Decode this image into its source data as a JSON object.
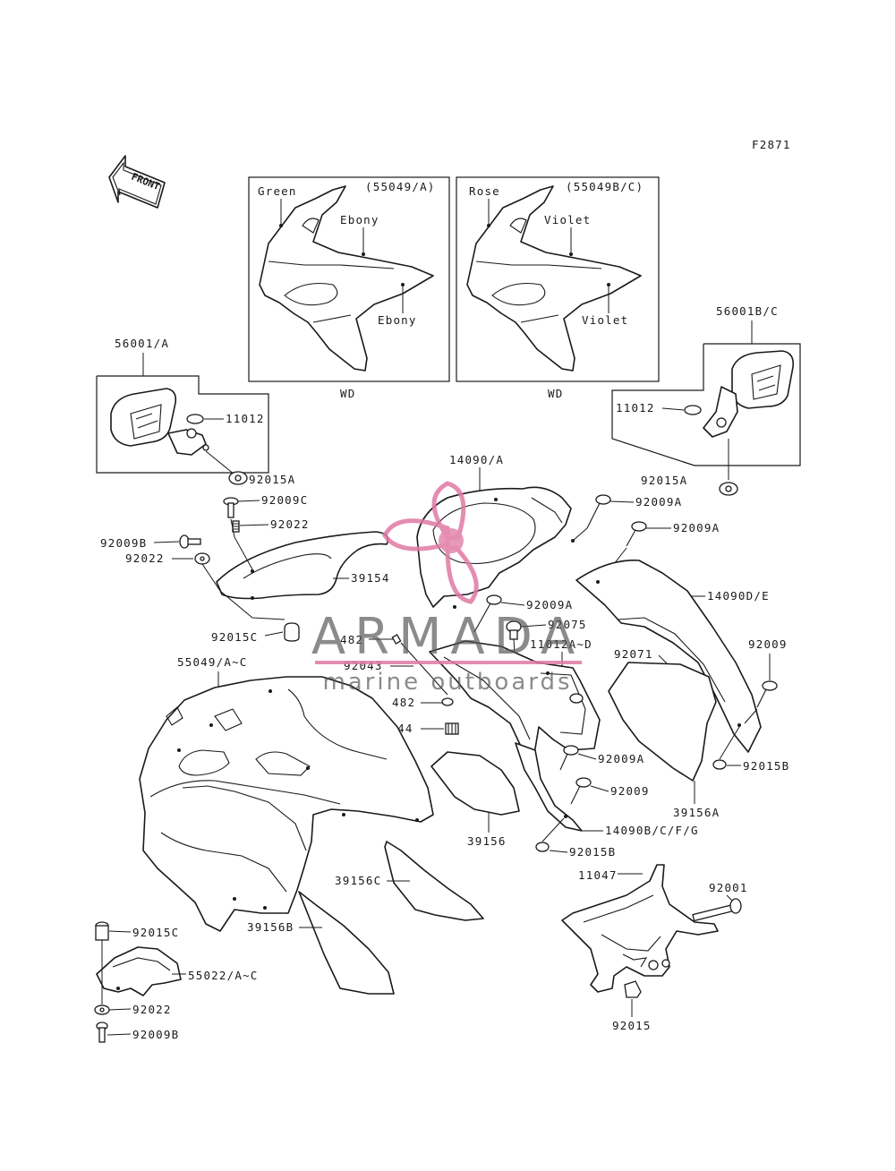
{
  "figure_code": "F2871",
  "front_arrow_label": "FRONT",
  "watermark": {
    "brand": "ARMADA",
    "tagline": "marine outboards",
    "accent_color": "#e07aa4"
  },
  "insets": {
    "left": {
      "part": "(55049/A)",
      "colors": [
        "Green",
        "Ebony",
        "Ebony"
      ],
      "model": "WD"
    },
    "right": {
      "part": "(55049B/C)",
      "colors": [
        "Rose",
        "Violet",
        "Violet"
      ],
      "model": "WD"
    }
  },
  "labels": {
    "mirror_left": "56001/A",
    "mirror_right": "56001B/C",
    "grommet_left": "11012",
    "grommet_right": "11012",
    "nut_left": "92015A",
    "nut_right": "92015A",
    "bolt_c": "92009C",
    "spring_top": "92022",
    "bolt_b_left": "92009B",
    "washer_left": "92022",
    "trim_39154": "39154",
    "nut_c_left": "92015C",
    "inner_top": "14090/A",
    "bolt_a_1": "92009A",
    "bolt_a_2": "92009A",
    "bolt_a_3": "92009A",
    "grommet_92075": "92075",
    "inner_side": "14090D/E",
    "rod_482_a": "482",
    "rod_92043": "92043",
    "cap_11012": "11012A~D",
    "ring_482_b": "482",
    "clip_92144": "92144",
    "grommet_92071": "92071",
    "bolt_92009_r": "92009",
    "nut_b_r": "92015B",
    "bolt_a_4": "92009A",
    "bolt_92009_m": "92009",
    "pad_39156a": "39156A",
    "upper_cowl": "55049/A~C",
    "inner_bcfg": "14090B/C/F/G",
    "nut_b_m": "92015B",
    "pad_39156": "39156",
    "bracket_11047": "11047",
    "bolt_92001": "92001",
    "pad_39156c": "39156C",
    "pad_39156b": "39156B",
    "nut_c_bottom": "92015C",
    "cover_55022": "55022/A~C",
    "washer_bottom": "92022",
    "bolt_b_bottom": "92009B",
    "nut_92015": "92015"
  }
}
